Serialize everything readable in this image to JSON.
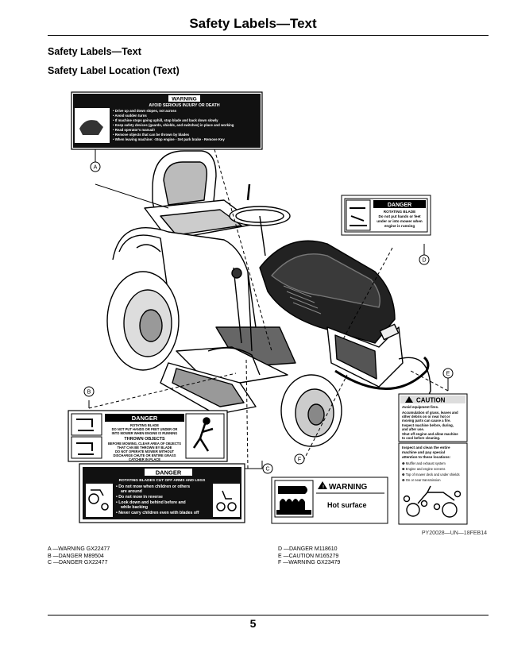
{
  "header": {
    "title": "Safety Labels—Text"
  },
  "section": {
    "heading": "Safety Labels—Text",
    "subheading": "Safety Label Location (Text)"
  },
  "figure": {
    "id": "PY20028—UN—18FEB14",
    "callouts": [
      "A",
      "B",
      "C",
      "D",
      "E",
      "F"
    ],
    "label_a": {
      "signal": "WARNING",
      "title": "AVOID SERIOUS INJURY OR DEATH",
      "lines": [
        "• Drive up and down slopes, not across",
        "• Avoid sudden turns",
        "• If machine stops going uphill, stop blade and back down slowly",
        "• Keep safety devices (guards, shields, and switches) in place and working",
        "• Read operator's manual!",
        "• Remove objects that can be thrown by blades",
        "• When leaving machine: -Stop engine - Set park brake - Remove Key"
      ]
    },
    "label_d": {
      "signal": "DANGER",
      "lines": [
        "ROTATING BLADE",
        "Do not put hands or feet",
        "under or into mower when",
        "engine is running"
      ]
    },
    "label_b": {
      "signal": "DANGER",
      "lines": [
        "ROTATING BLADE",
        "DO NOT PUT HANDS OR FEET UNDER OR",
        "INTO MOWER WHEN ENGINE IS RUNNING",
        "THROWN OBJECTS",
        "BEFORE MOWING, CLEAR AREA OF OBJECTS",
        "THAT CAN BE THROWN BY BLADE",
        "DO NOT OPERATE MOWER WITHOUT",
        "DISCHARGE CHUTE OR ENTIRE GRASS",
        "CATCHER IN PLACE"
      ]
    },
    "label_c": {
      "signal": "DANGER",
      "title": "ROTATING BLADES CUT OFF ARMS AND LEGS",
      "lines": [
        "• Do not mow when children or others",
        "are around",
        "• Do not mow in reverse",
        "• Look down and behind before and",
        "while backing",
        "• Never carry children even with blades off"
      ]
    },
    "label_e": {
      "signal": "CAUTION",
      "lines": [
        "Avoid equipment fires.",
        "Accumulation of grass, leaves and",
        "other debris on or near hot or",
        "moving parts can cause a fire.",
        "Inspect machine before, during,",
        "and after use.",
        "Shut off engine and allow machine",
        "to cool before cleaning."
      ],
      "inspect_title": [
        "Inspect and clean the entire",
        "machine and pay special",
        "attention to these locations:"
      ],
      "locations": [
        "❶ Muffler and exhaust system",
        "❷ Engine and engine screens",
        "❸ Top of mower deck and under shields",
        "❹ On or near transmission"
      ]
    },
    "label_f": {
      "signal": "WARNING",
      "text": "Hot surface"
    }
  },
  "legend": {
    "left": [
      "A —WARNING GX22477",
      "B —DANGER M89504",
      "C —DANGER GX22477"
    ],
    "right": [
      "D —DANGER M118610",
      "E —CAUTION M165279",
      "F —WARNING GX23479"
    ]
  },
  "footer": {
    "page_number": "5"
  },
  "colors": {
    "danger_red": "#000000",
    "caution_yellow": "#000000"
  }
}
